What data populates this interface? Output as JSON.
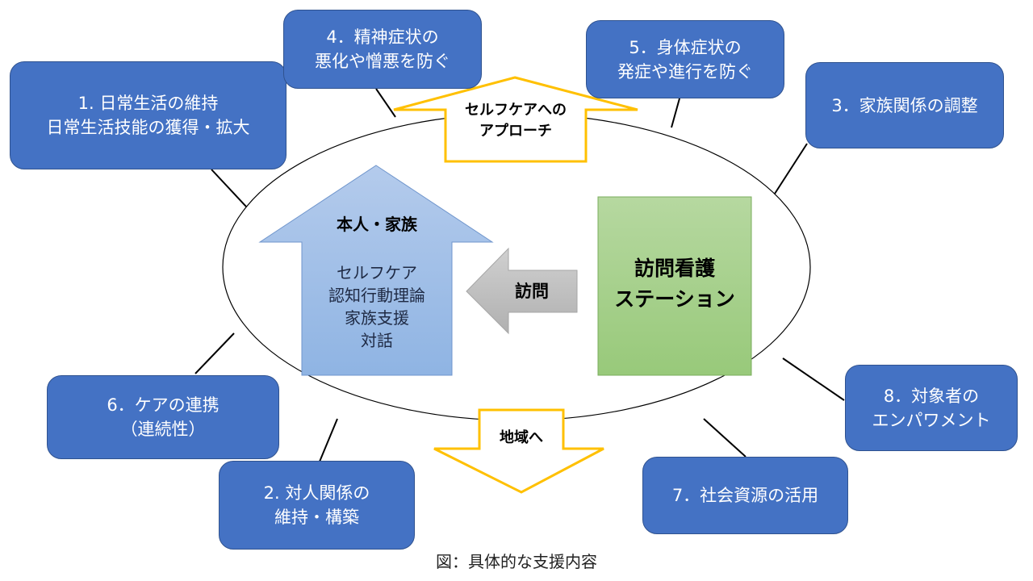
{
  "items": [
    {
      "line1": "1. 日常生活の維持",
      "line2": "日常生活技能の獲得・拡大"
    },
    {
      "line1": "2. 対人関係の",
      "line2": "維持・構築"
    },
    {
      "line1": "3．家族関係の調整",
      "line2": ""
    },
    {
      "line1": "4．精神症状の",
      "line2": "悪化や憎悪を防ぐ"
    },
    {
      "line1": "5．身体症状の",
      "line2": "発症や進行を防ぐ"
    },
    {
      "line1": "6．ケアの連携",
      "line2": "（連続性）"
    },
    {
      "line1": "7．社会資源の活用",
      "line2": ""
    },
    {
      "line1": "8．対象者の",
      "line2": "エンパワメント"
    }
  ],
  "self_care_arrow": {
    "line1": "セルフケアへの",
    "line2": "アプローチ"
  },
  "community_arrow": {
    "label": "地域へ"
  },
  "person_family": {
    "header": "本人・家族",
    "lines": [
      "セルフケア",
      "認知行動理論",
      "家族支援",
      "対話"
    ]
  },
  "visit_arrow": {
    "label": "訪問"
  },
  "station": {
    "line1": "訪問看護",
    "line2": "ステーション"
  },
  "caption": "図：具体的な支援内容",
  "colors": {
    "item_box": "#4472c4",
    "person_arrow": "#8fb4e3",
    "station": "#a9d18e",
    "visit_arrow": "#bfbfbf",
    "outline_arrows": "#ffc000"
  }
}
